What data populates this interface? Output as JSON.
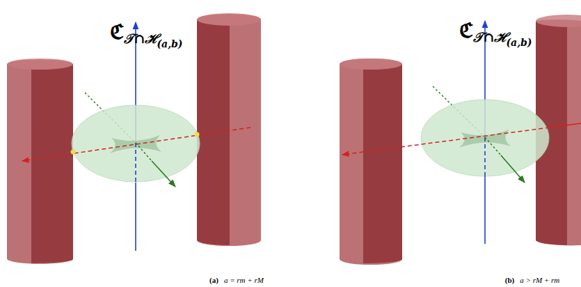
{
  "diagram": {
    "labels": [
      "ℭ",
      "𝒯∩ℋ",
      "(a,b)",
      "ℭ",
      "𝒯∩ℋ",
      "(a,b)",
      "(a)",
      "a = rm + rM",
      "(b)",
      "a > rM + rm"
    ]
  }
}
